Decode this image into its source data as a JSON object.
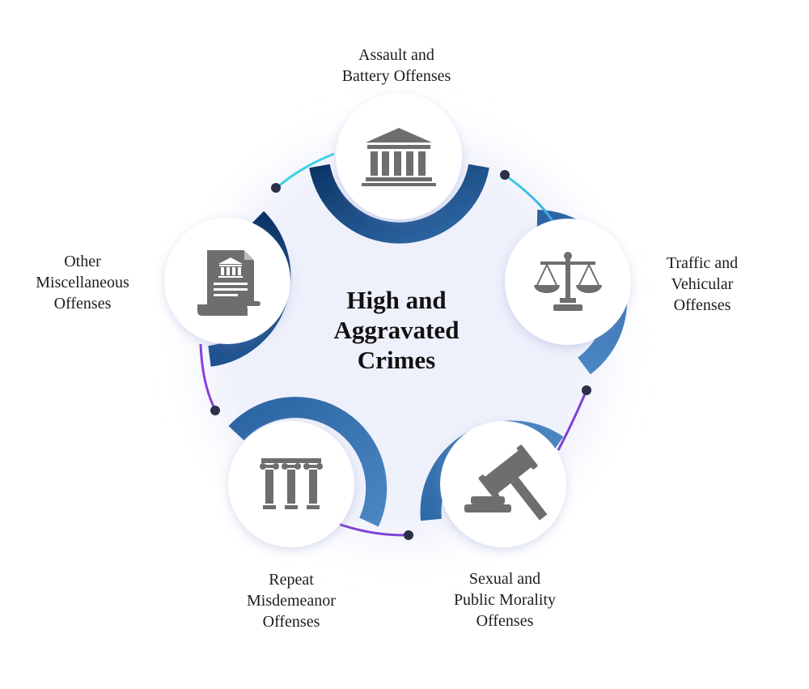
{
  "title_lines": [
    "High and",
    "Aggravated",
    "Crimes"
  ],
  "nodes": [
    {
      "lines": [
        "Assault and",
        "Battery Offenses"
      ],
      "icon": "courthouse-icon"
    },
    {
      "lines": [
        "Traffic and",
        "Vehicular",
        "Offenses"
      ],
      "icon": "scales-icon"
    },
    {
      "lines": [
        "Sexual and",
        "Public Morality",
        "Offenses"
      ],
      "icon": "gavel-icon"
    },
    {
      "lines": [
        "Repeat",
        "Misdemeanor",
        "Offenses"
      ],
      "icon": "columns-icon"
    },
    {
      "lines": [
        "Other",
        "Miscellaneous",
        "Offenses"
      ],
      "icon": "legal-document-icon"
    }
  ],
  "colors": {
    "arc_dark": "#0c3566",
    "arc_light": "#4a86c2",
    "connector_cyan": "#3fd0e3",
    "connector_purple": "#8a3fd9",
    "dot": "#2b2f4a",
    "icon_gray": "#6e6e6e",
    "text": "#1d1d1d"
  }
}
